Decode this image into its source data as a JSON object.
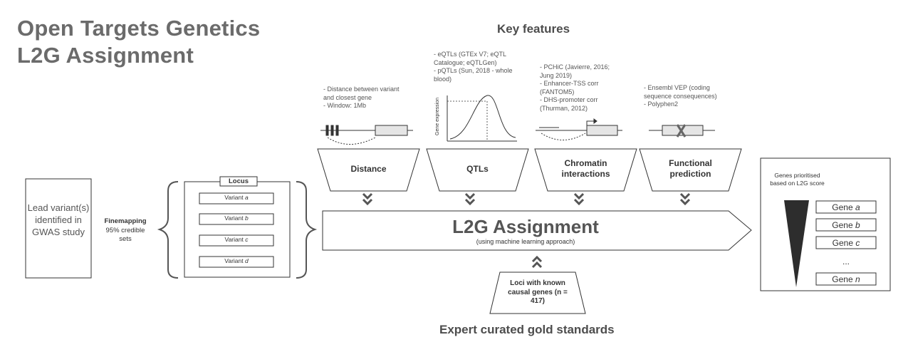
{
  "title": {
    "line1": "Open Targets Genetics",
    "line2": "L2G Assignment"
  },
  "key_features": {
    "heading": "Key features",
    "features": [
      {
        "label": "Distance",
        "desc": "- Distance between variant and closest gene\n- Window: 1Mb"
      },
      {
        "label": "QTLs",
        "desc": "- eQTLs (GTEx V7; eQTL Catalogue; eQTLGen)\n- pQTLs (Sun, 2018 - whole blood)"
      },
      {
        "label": "Chromatin interactions",
        "desc": "- PCHiC (Javierre, 2016; Jung 2019)\n- Enhancer-TSS corr (FANTOM5)\n- DHS-promoter corr (Thurman, 2012)"
      },
      {
        "label": "Functional prediction",
        "desc": "- Ensembl VEP (coding sequence consequences)\n- Polyphen2"
      }
    ],
    "qtl_ylabel": "Gene expression"
  },
  "lead_variant": "Lead variant(s) identified in GWAS study",
  "finemapping": {
    "label": "Finemapping",
    "desc": "95% credible sets"
  },
  "locus": {
    "label": "Locus",
    "variants": [
      {
        "prefix": "Variant ",
        "letter": "a"
      },
      {
        "prefix": "Variant ",
        "letter": "b"
      },
      {
        "prefix": "Variant ",
        "letter": "c"
      },
      {
        "prefix": "Variant ",
        "letter": "d"
      }
    ]
  },
  "l2g": {
    "title": "L2G Assignment",
    "subtitle": "(using machine learning approach)"
  },
  "gold": {
    "box": "Loci with known causal genes (n = 417)",
    "heading": "Expert curated gold standards"
  },
  "genes": {
    "label": "Genes prioritised based on L2G score",
    "items": [
      {
        "prefix": "Gene ",
        "letter": "a"
      },
      {
        "prefix": "Gene ",
        "letter": "b"
      },
      {
        "prefix": "Gene ",
        "letter": "c"
      },
      {
        "prefix": "",
        "letter": "..."
      },
      {
        "prefix": "Gene ",
        "letter": "n"
      }
    ]
  }
}
